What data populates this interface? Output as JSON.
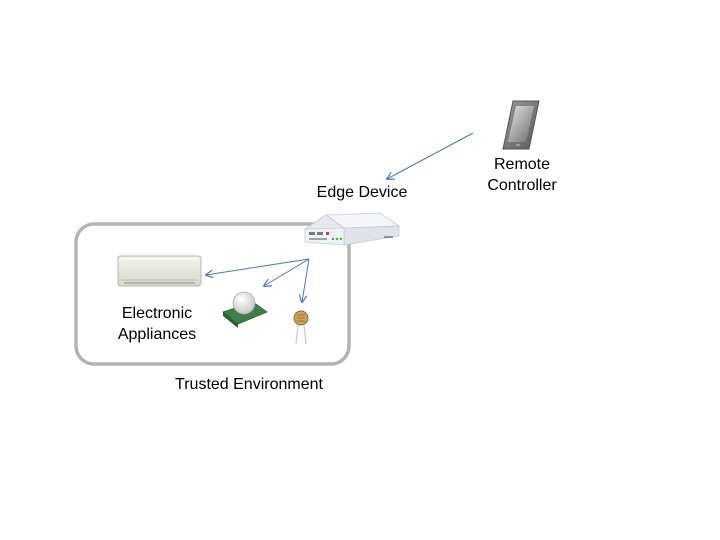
{
  "labels": {
    "remote_line1": "Remote",
    "remote_line2": "Controller",
    "edge_device": "Edge Device",
    "appliances_line1": "Electronic",
    "appliances_line2": "Appliances",
    "trusted_environment": "Trusted Environment"
  },
  "icons": {
    "phone": "smartphone-icon",
    "edge": "edge-router-icon",
    "ac": "air-conditioner-icon",
    "motion": "pir-motion-sensor-icon",
    "light": "photoresistor-sensor-icon"
  },
  "colors": {
    "arrow": "#4a78b8",
    "boundary": "#b3b3b3",
    "text": "#000000"
  }
}
